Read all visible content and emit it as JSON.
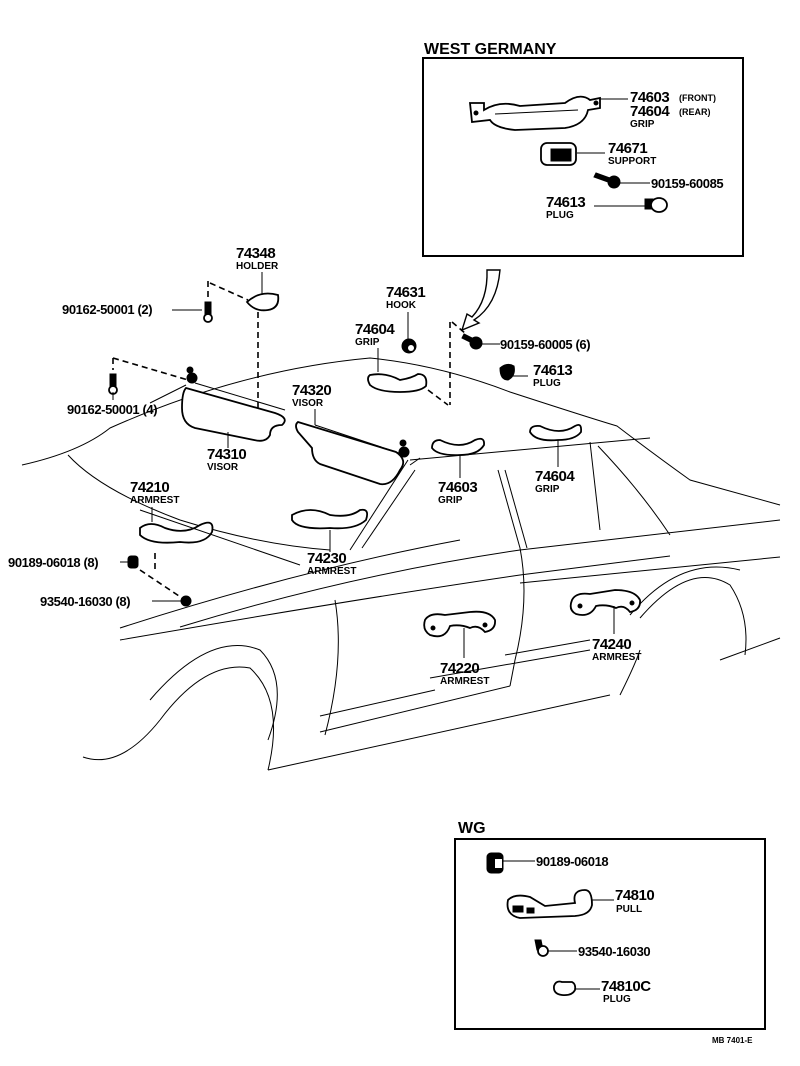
{
  "insets": {
    "west_germany": {
      "title": "WEST GERMANY",
      "parts": {
        "grip": {
          "number_front": "74603",
          "qual_front": "(FRONT)",
          "number_rear": "74604",
          "qual_rear": "(REAR)",
          "name": "GRIP"
        },
        "support": {
          "number": "74671",
          "name": "SUPPORT"
        },
        "screw": {
          "number": "90159-60085"
        },
        "plug": {
          "number": "74613",
          "name": "PLUG"
        }
      }
    },
    "wg": {
      "title": "WG",
      "parts": {
        "nut": {
          "number": "90189-06018"
        },
        "pull": {
          "number": "74810",
          "name": "PULL"
        },
        "screw": {
          "number": "93540-16030"
        },
        "plug": {
          "number": "74810C",
          "name": "PLUG"
        }
      }
    }
  },
  "main": {
    "holder": {
      "number": "74348",
      "name": "HOLDER"
    },
    "screw_holder": {
      "number": "90162-50001 (2)"
    },
    "screw_visor": {
      "number": "90162-50001 (4)"
    },
    "hook": {
      "number": "74631",
      "name": "HOOK"
    },
    "grip_roof": {
      "number": "74604",
      "name": "GRIP"
    },
    "screw_grip": {
      "number": "90159-60005 (6)"
    },
    "plug": {
      "number": "74613",
      "name": "PLUG"
    },
    "visor_right": {
      "number": "74320",
      "name": "VISOR"
    },
    "visor_left": {
      "number": "74310",
      "name": "VISOR"
    },
    "armrest_front_left": {
      "number": "74210",
      "name": "ARMREST"
    },
    "armrest_front_right": {
      "number": "74230",
      "name": "ARMREST"
    },
    "grip_front": {
      "number": "74603",
      "name": "GRIP"
    },
    "grip_rear": {
      "number": "74604",
      "name": "GRIP"
    },
    "nut": {
      "number": "90189-06018 (8)"
    },
    "screw_armrest": {
      "number": "93540-16030 (8)"
    },
    "armrest_rear_left": {
      "number": "74220",
      "name": "ARMREST"
    },
    "armrest_rear_right": {
      "number": "74240",
      "name": "ARMREST"
    }
  },
  "footer": {
    "drawing_code": "MB  7401-E"
  }
}
